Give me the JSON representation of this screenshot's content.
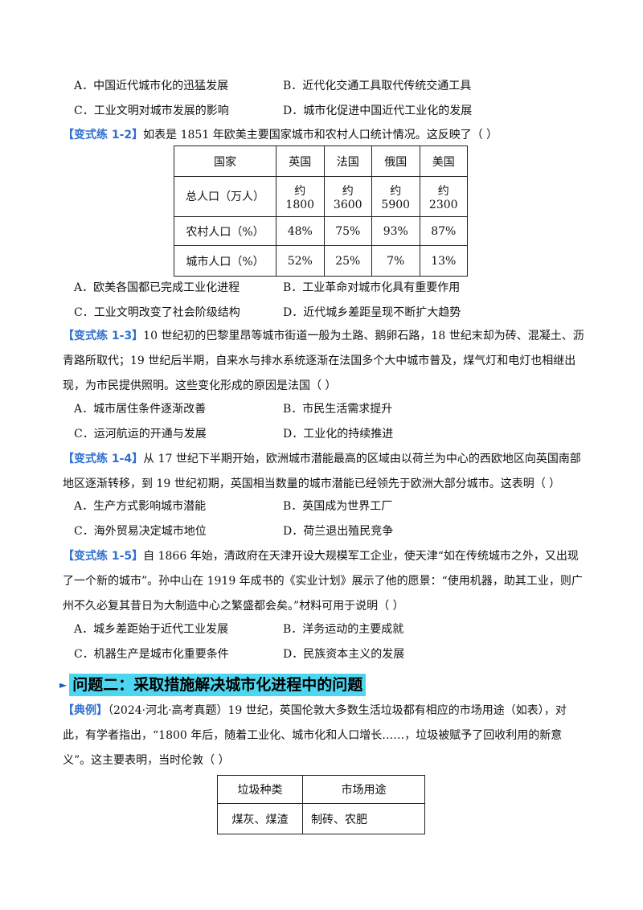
{
  "q1_1_options": {
    "A": "A．中国近代城市化的迅猛发展",
    "B": "B．近代化交通工具取代传统交通工具",
    "C": "C．工业文明对城市发展的影响",
    "D": "D．城市化促进中国近代工业化的发展"
  },
  "q1_2": {
    "tag": "【变式练 1-2】",
    "stem": "如表是 1851 年欧美主要国家城市和农村人口统计情况。这反映了（    ）",
    "table": {
      "header": [
        "国家",
        "英国",
        "法国",
        "俄国",
        "美国"
      ],
      "rows": [
        [
          "总人口（万人）",
          "约 1800",
          "约 3600",
          "约 5900",
          "约 2300"
        ],
        [
          "农村人口（%）",
          "48%",
          "75%",
          "93%",
          "87%"
        ],
        [
          "城市人口（%）",
          "52%",
          "25%",
          "7%",
          "13%"
        ]
      ]
    },
    "A": "A．欧美各国都已完成工业化进程",
    "B": "B．工业革命对城市化具有重要作用",
    "C": "C．工业文明改变了社会阶级结构",
    "D": "D．近代城乡差距呈现不断扩大趋势"
  },
  "q1_3": {
    "tag": "【变式练 1-3】",
    "stem": "10 世纪初的巴黎里昂等城市街道一般为土路、鹅卵石路，18 世纪末却为砖、混凝土、沥青路所取代；19 世纪后半期，自来水与排水系统逐渐在法国多个大中城市普及，煤气灯和电灯也相继出现，为市民提供照明。这些变化形成的原因是法国（    ）",
    "A": "A．城市居住条件逐渐改善",
    "B": "B．市民生活需求提升",
    "C": "C．运河航运的开通与发展",
    "D": "D．工业化的持续推进"
  },
  "q1_4": {
    "tag": "【变式练 1-4】",
    "stem": "从 17 世纪下半期开始，欧洲城市潜能最高的区域由以荷兰为中心的西欧地区向英国南部地区逐渐转移，到 19 世纪初期，英国相当数量的城市潜能已经领先于欧洲大部分城市。这表明（    ）",
    "A": "A．生产方式影响城市潜能",
    "B": "B．英国成为世界工厂",
    "C": "C．海外贸易决定城市地位",
    "D": "D．荷兰退出殖民竞争"
  },
  "q1_5": {
    "tag": "【变式练 1-5】",
    "stem": "自 1866 年始，清政府在天津开设大规模军工企业，使天津“如在传统城市之外，又出现了一个新的城市”。孙中山在 1919 年成书的《实业计划》展示了他的愿景：“使用机器，助其工业，则广州不久必复其昔日为大制造中心之繁盛都会矣。”材料可用于说明（    ）",
    "A": "A．城乡差距始于近代工业发展",
    "B": "B．洋务运动的主要成就",
    "C": "C．机器生产是城市化重要条件",
    "D": "D．民族资本主义的发展"
  },
  "section2": {
    "title": "问题二：采取措施解决城市化进程中的问题"
  },
  "example": {
    "tag": "【典例】",
    "stem": "（2024·河北·高考真题）19 世纪，英国伦敦大多数生活垃圾都有相应的市场用途（如表），对此，有学者指出，“1800 年后，随着工业化、城市化和人口增长……，垃圾被赋予了回收利用的新意义”。这主要表明，当时伦敦（    ）",
    "table": {
      "header": [
        "垃圾种类",
        "市场用途"
      ],
      "rows": [
        [
          "煤灰、煤渣",
          "制砖、农肥"
        ]
      ]
    }
  }
}
